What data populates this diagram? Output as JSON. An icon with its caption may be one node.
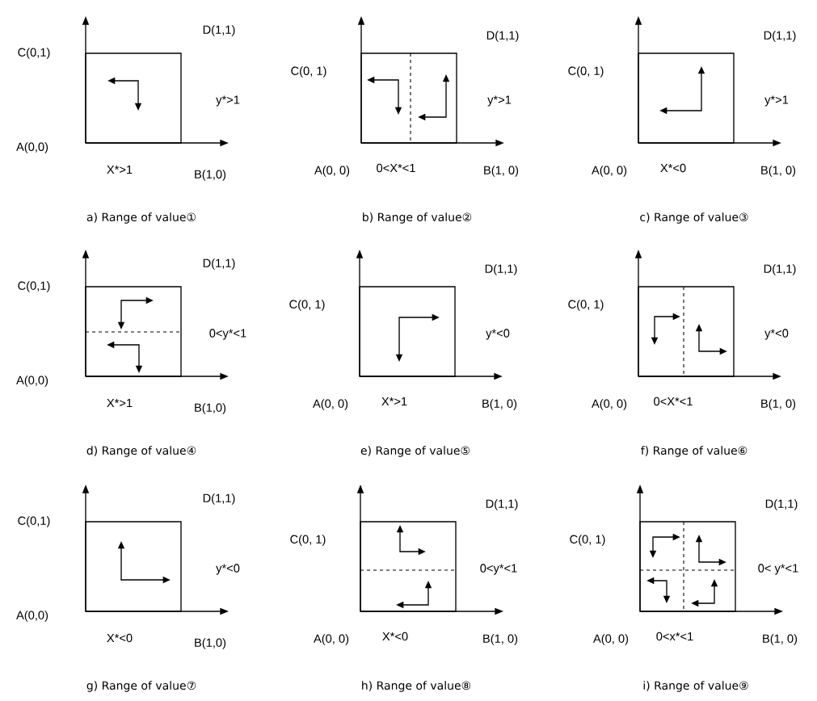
{
  "diagram": {
    "labels": [
      "C(0,1)",
      "D(1,1)",
      "y*>1",
      "A(0,0)",
      "X*>1",
      "B(1,0)",
      "a) Range of value①",
      "C(0, 1)",
      "D(1,1)",
      "y*>1",
      "A(0, 0)",
      "0<X*<1",
      "B(1, 0)",
      "b) Range of value②",
      "C(0, 1)",
      "D(1,1)",
      "y*>1",
      "A(0, 0)",
      "X*<0",
      "B(1, 0)",
      "c) Range of value③",
      "C(0,1)",
      "D(1,1)",
      "0<y*<1",
      "A(0,0)",
      "X*>1",
      "B(1,0)",
      "d) Range of value④",
      "C(0, 1)",
      "D(1,1)",
      "y*<0",
      "A(0, 0)",
      "X*>1",
      "B(1, 0)",
      "e) Range of value⑤",
      "C(0, 1)",
      "D(1,1)",
      "y*<0",
      "A(0, 0)",
      "0<X*<1",
      "B(1, 0)",
      "f) Range of value⑥",
      "C(0,1)",
      "D(1,1)",
      "y*<0",
      "A(0,0)",
      "X*<0",
      "B(1,0)",
      "g) Range of value⑦",
      "C(0, 1)",
      "D(1,1)",
      "0<y*<1",
      "A(0, 0)",
      "X*<0",
      "B(1, 0)",
      "h) Range of value⑧",
      "C(0, 1)",
      "D(1,1)",
      "0< y*<1",
      "A(0, 0)",
      "0<x*<1",
      "B(1, 0)",
      "i) Range of value⑨"
    ]
  }
}
